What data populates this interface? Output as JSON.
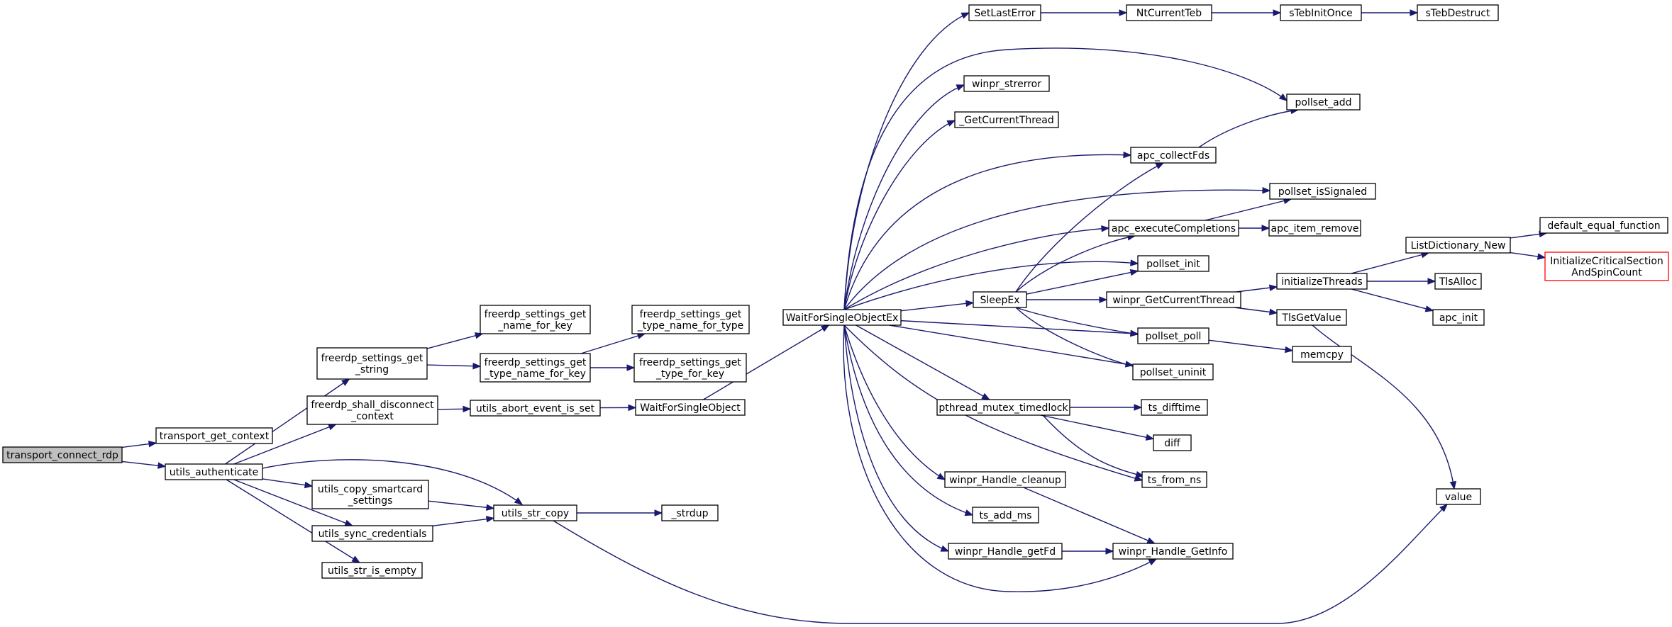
{
  "diagram": {
    "colors": {
      "edge": "#191970",
      "root_fill": "#bfbfbf",
      "node_border": "#000000",
      "highlight_border": "#ff0000"
    },
    "nodes": [
      {
        "id": "transport_connect_rdp",
        "lines": [
          "transport_connect_rdp"
        ],
        "style": "root"
      },
      {
        "id": "transport_get_context",
        "lines": [
          "transport_get_context"
        ]
      },
      {
        "id": "utils_authenticate",
        "lines": [
          "utils_authenticate"
        ]
      },
      {
        "id": "freerdp_settings_get_string",
        "lines": [
          "freerdp_settings_get",
          "_string"
        ]
      },
      {
        "id": "freerdp_shall_disconnect_context",
        "lines": [
          "freerdp_shall_disconnect",
          "_context"
        ]
      },
      {
        "id": "utils_copy_smartcard_settings",
        "lines": [
          "utils_copy_smartcard",
          "_settings"
        ]
      },
      {
        "id": "utils_str_copy",
        "lines": [
          "utils_str_copy"
        ]
      },
      {
        "id": "utils_sync_credentials",
        "lines": [
          "utils_sync_credentials"
        ]
      },
      {
        "id": "utils_str_is_empty",
        "lines": [
          "utils_str_is_empty"
        ]
      },
      {
        "id": "freerdp_settings_get_name_for_key",
        "lines": [
          "freerdp_settings_get",
          "_name_for_key"
        ]
      },
      {
        "id": "freerdp_settings_get_type_name_for_key",
        "lines": [
          "freerdp_settings_get",
          "_type_name_for_key"
        ]
      },
      {
        "id": "freerdp_settings_get_type_name_for_type",
        "lines": [
          "freerdp_settings_get",
          "_type_name_for_type"
        ]
      },
      {
        "id": "freerdp_settings_get_type_for_key",
        "lines": [
          "freerdp_settings_get",
          "_type_for_key"
        ]
      },
      {
        "id": "utils_abort_event_is_set",
        "lines": [
          "utils_abort_event_is_set"
        ]
      },
      {
        "id": "WaitForSingleObject",
        "lines": [
          "WaitForSingleObject"
        ]
      },
      {
        "id": "WaitForSingleObjectEx",
        "lines": [
          "WaitForSingleObjectEx"
        ]
      },
      {
        "id": "_strdup",
        "lines": [
          "_strdup"
        ]
      },
      {
        "id": "SetLastError",
        "lines": [
          "SetLastError"
        ]
      },
      {
        "id": "NtCurrentTeb",
        "lines": [
          "NtCurrentTeb"
        ]
      },
      {
        "id": "sTebInitOnce",
        "lines": [
          "sTebInitOnce"
        ]
      },
      {
        "id": "sTebDestruct",
        "lines": [
          "sTebDestruct"
        ]
      },
      {
        "id": "winpr_strerror",
        "lines": [
          "winpr_strerror"
        ]
      },
      {
        "id": "_GetCurrentThread",
        "lines": [
          "_GetCurrentThread"
        ]
      },
      {
        "id": "pollset_add",
        "lines": [
          "pollset_add"
        ]
      },
      {
        "id": "apc_collectFds",
        "lines": [
          "apc_collectFds"
        ]
      },
      {
        "id": "pollset_isSignaled",
        "lines": [
          "pollset_isSignaled"
        ]
      },
      {
        "id": "apc_executeCompletions",
        "lines": [
          "apc_executeCompletions"
        ]
      },
      {
        "id": "apc_item_remove",
        "lines": [
          "apc_item_remove"
        ]
      },
      {
        "id": "pollset_init",
        "lines": [
          "pollset_init"
        ]
      },
      {
        "id": "SleepEx",
        "lines": [
          "SleepEx"
        ]
      },
      {
        "id": "winpr_GetCurrentThread",
        "lines": [
          "winpr_GetCurrentThread"
        ]
      },
      {
        "id": "pollset_poll",
        "lines": [
          "pollset_poll"
        ]
      },
      {
        "id": "pollset_uninit",
        "lines": [
          "pollset_uninit"
        ]
      },
      {
        "id": "pthread_mutex_timedlock",
        "lines": [
          "pthread_mutex_timedlock"
        ]
      },
      {
        "id": "ts_difftime",
        "lines": [
          "ts_difftime"
        ]
      },
      {
        "id": "diff",
        "lines": [
          "diff"
        ]
      },
      {
        "id": "ts_from_ns",
        "lines": [
          "ts_from_ns"
        ]
      },
      {
        "id": "winpr_Handle_cleanup",
        "lines": [
          "winpr_Handle_cleanup"
        ]
      },
      {
        "id": "ts_add_ms",
        "lines": [
          "ts_add_ms"
        ]
      },
      {
        "id": "winpr_Handle_getFd",
        "lines": [
          "winpr_Handle_getFd"
        ]
      },
      {
        "id": "winpr_Handle_GetInfo",
        "lines": [
          "winpr_Handle_GetInfo"
        ]
      },
      {
        "id": "initializeThreads",
        "lines": [
          "initializeThreads"
        ]
      },
      {
        "id": "TlsGetValue",
        "lines": [
          "TlsGetValue"
        ]
      },
      {
        "id": "memcpy",
        "lines": [
          "memcpy"
        ]
      },
      {
        "id": "ListDictionary_New",
        "lines": [
          "ListDictionary_New"
        ]
      },
      {
        "id": "TlsAlloc",
        "lines": [
          "TlsAlloc"
        ]
      },
      {
        "id": "apc_init",
        "lines": [
          "apc_init"
        ]
      },
      {
        "id": "default_equal_function",
        "lines": [
          "default_equal_function"
        ]
      },
      {
        "id": "InitializeCriticalSectionAndSpinCount",
        "lines": [
          "InitializeCriticalSection",
          "AndSpinCount"
        ],
        "style": "red"
      },
      {
        "id": "value",
        "lines": [
          "value"
        ]
      }
    ],
    "edges": [
      [
        "transport_connect_rdp",
        "transport_get_context"
      ],
      [
        "transport_connect_rdp",
        "utils_authenticate"
      ],
      [
        "utils_authenticate",
        "freerdp_settings_get_string"
      ],
      [
        "utils_authenticate",
        "freerdp_shall_disconnect_context"
      ],
      [
        "utils_authenticate",
        "utils_str_copy"
      ],
      [
        "utils_authenticate",
        "utils_copy_smartcard_settings"
      ],
      [
        "utils_authenticate",
        "utils_sync_credentials"
      ],
      [
        "utils_authenticate",
        "utils_str_is_empty"
      ],
      [
        "freerdp_settings_get_string",
        "freerdp_settings_get_name_for_key"
      ],
      [
        "freerdp_settings_get_string",
        "freerdp_settings_get_type_name_for_key"
      ],
      [
        "freerdp_settings_get_type_name_for_key",
        "freerdp_settings_get_type_name_for_type"
      ],
      [
        "freerdp_settings_get_type_name_for_key",
        "freerdp_settings_get_type_for_key"
      ],
      [
        "freerdp_shall_disconnect_context",
        "utils_abort_event_is_set"
      ],
      [
        "utils_abort_event_is_set",
        "WaitForSingleObject"
      ],
      [
        "WaitForSingleObject",
        "WaitForSingleObjectEx"
      ],
      [
        "utils_copy_smartcard_settings",
        "utils_str_copy"
      ],
      [
        "utils_sync_credentials",
        "utils_str_copy"
      ],
      [
        "utils_str_copy",
        "_strdup"
      ],
      [
        "utils_str_copy",
        "value"
      ],
      [
        "WaitForSingleObjectEx",
        "SetLastError"
      ],
      [
        "WaitForSingleObjectEx",
        "pollset_add"
      ],
      [
        "WaitForSingleObjectEx",
        "winpr_strerror"
      ],
      [
        "WaitForSingleObjectEx",
        "_GetCurrentThread"
      ],
      [
        "WaitForSingleObjectEx",
        "apc_collectFds"
      ],
      [
        "WaitForSingleObjectEx",
        "pollset_isSignaled"
      ],
      [
        "WaitForSingleObjectEx",
        "apc_executeCompletions"
      ],
      [
        "WaitForSingleObjectEx",
        "pollset_init"
      ],
      [
        "WaitForSingleObjectEx",
        "SleepEx"
      ],
      [
        "WaitForSingleObjectEx",
        "pollset_poll"
      ],
      [
        "WaitForSingleObjectEx",
        "pollset_uninit"
      ],
      [
        "WaitForSingleObjectEx",
        "pthread_mutex_timedlock"
      ],
      [
        "WaitForSingleObjectEx",
        "ts_from_ns"
      ],
      [
        "WaitForSingleObjectEx",
        "winpr_Handle_cleanup"
      ],
      [
        "WaitForSingleObjectEx",
        "ts_add_ms"
      ],
      [
        "WaitForSingleObjectEx",
        "winpr_Handle_getFd"
      ],
      [
        "WaitForSingleObjectEx",
        "winpr_Handle_GetInfo"
      ],
      [
        "SetLastError",
        "NtCurrentTeb"
      ],
      [
        "NtCurrentTeb",
        "sTebInitOnce"
      ],
      [
        "sTebInitOnce",
        "sTebDestruct"
      ],
      [
        "apc_collectFds",
        "pollset_add"
      ],
      [
        "apc_executeCompletions",
        "pollset_isSignaled"
      ],
      [
        "apc_executeCompletions",
        "apc_item_remove"
      ],
      [
        "SleepEx",
        "apc_collectFds"
      ],
      [
        "SleepEx",
        "apc_executeCompletions"
      ],
      [
        "SleepEx",
        "pollset_init"
      ],
      [
        "SleepEx",
        "winpr_GetCurrentThread"
      ],
      [
        "SleepEx",
        "pollset_poll"
      ],
      [
        "SleepEx",
        "pollset_uninit"
      ],
      [
        "winpr_GetCurrentThread",
        "initializeThreads"
      ],
      [
        "winpr_GetCurrentThread",
        "TlsGetValue"
      ],
      [
        "initializeThreads",
        "ListDictionary_New"
      ],
      [
        "initializeThreads",
        "TlsAlloc"
      ],
      [
        "initializeThreads",
        "apc_init"
      ],
      [
        "ListDictionary_New",
        "default_equal_function"
      ],
      [
        "ListDictionary_New",
        "InitializeCriticalSectionAndSpinCount"
      ],
      [
        "TlsGetValue",
        "value"
      ],
      [
        "pollset_poll",
        "memcpy"
      ],
      [
        "pthread_mutex_timedlock",
        "ts_difftime"
      ],
      [
        "pthread_mutex_timedlock",
        "diff"
      ],
      [
        "pthread_mutex_timedlock",
        "ts_from_ns"
      ],
      [
        "winpr_Handle_cleanup",
        "winpr_Handle_GetInfo"
      ],
      [
        "winpr_Handle_getFd",
        "winpr_Handle_GetInfo"
      ]
    ]
  }
}
